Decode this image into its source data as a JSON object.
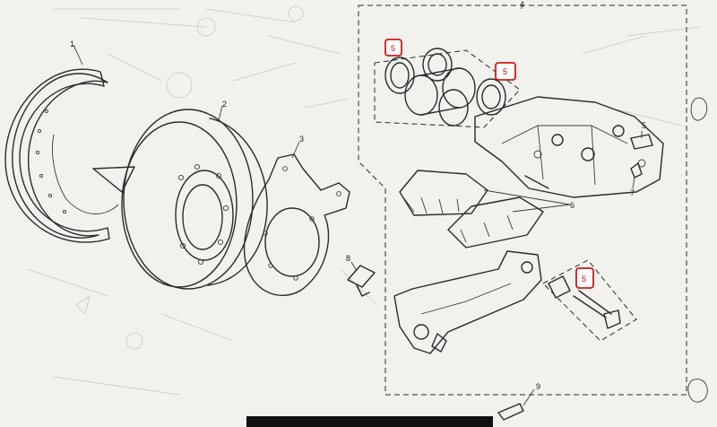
{
  "part_labels": {
    "dust_shield": "1",
    "brake_disc": "2",
    "mounting_bracket": "3",
    "assembly_group": "4",
    "bolt_upper": "5",
    "pads": "6",
    "bleed_nipple": "7",
    "clip": "8",
    "bolt_lower": "9"
  },
  "callouts": {
    "piston_seals": "5",
    "piston_boot": "5",
    "guide_pin": "5"
  },
  "colors": {
    "callout_border": "#d01818",
    "ink": "#2a2a2a",
    "paper": "#f1f1ee"
  }
}
